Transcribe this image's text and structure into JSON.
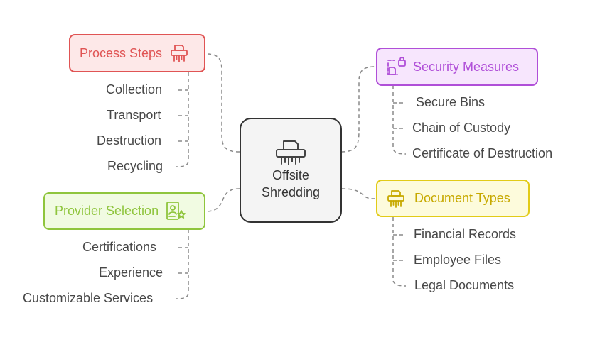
{
  "center": {
    "line1": "Offsite",
    "line2": "Shredding",
    "icon": "shredder-icon"
  },
  "branches": {
    "process": {
      "title": "Process Steps",
      "icon": "shredder-icon",
      "color": "#e05454",
      "items": [
        "Collection",
        "Transport",
        "Destruction",
        "Recycling"
      ]
    },
    "security": {
      "title": "Security Measures",
      "icon": "lock-document-icon",
      "color": "#b04fd8",
      "items": [
        "Secure Bins",
        "Chain of Custody",
        "Certificate of Destruction"
      ]
    },
    "provider": {
      "title": "Provider Selection",
      "icon": "certificate-icon",
      "color": "#8fc53d",
      "items": [
        "Certifications",
        "Experience",
        "Customizable Services"
      ]
    },
    "doctypes": {
      "title": "Document Types",
      "icon": "shredder-icon",
      "color": "#e2cb18",
      "items": [
        "Financial Records",
        "Employee Files",
        "Legal Documents"
      ]
    }
  }
}
